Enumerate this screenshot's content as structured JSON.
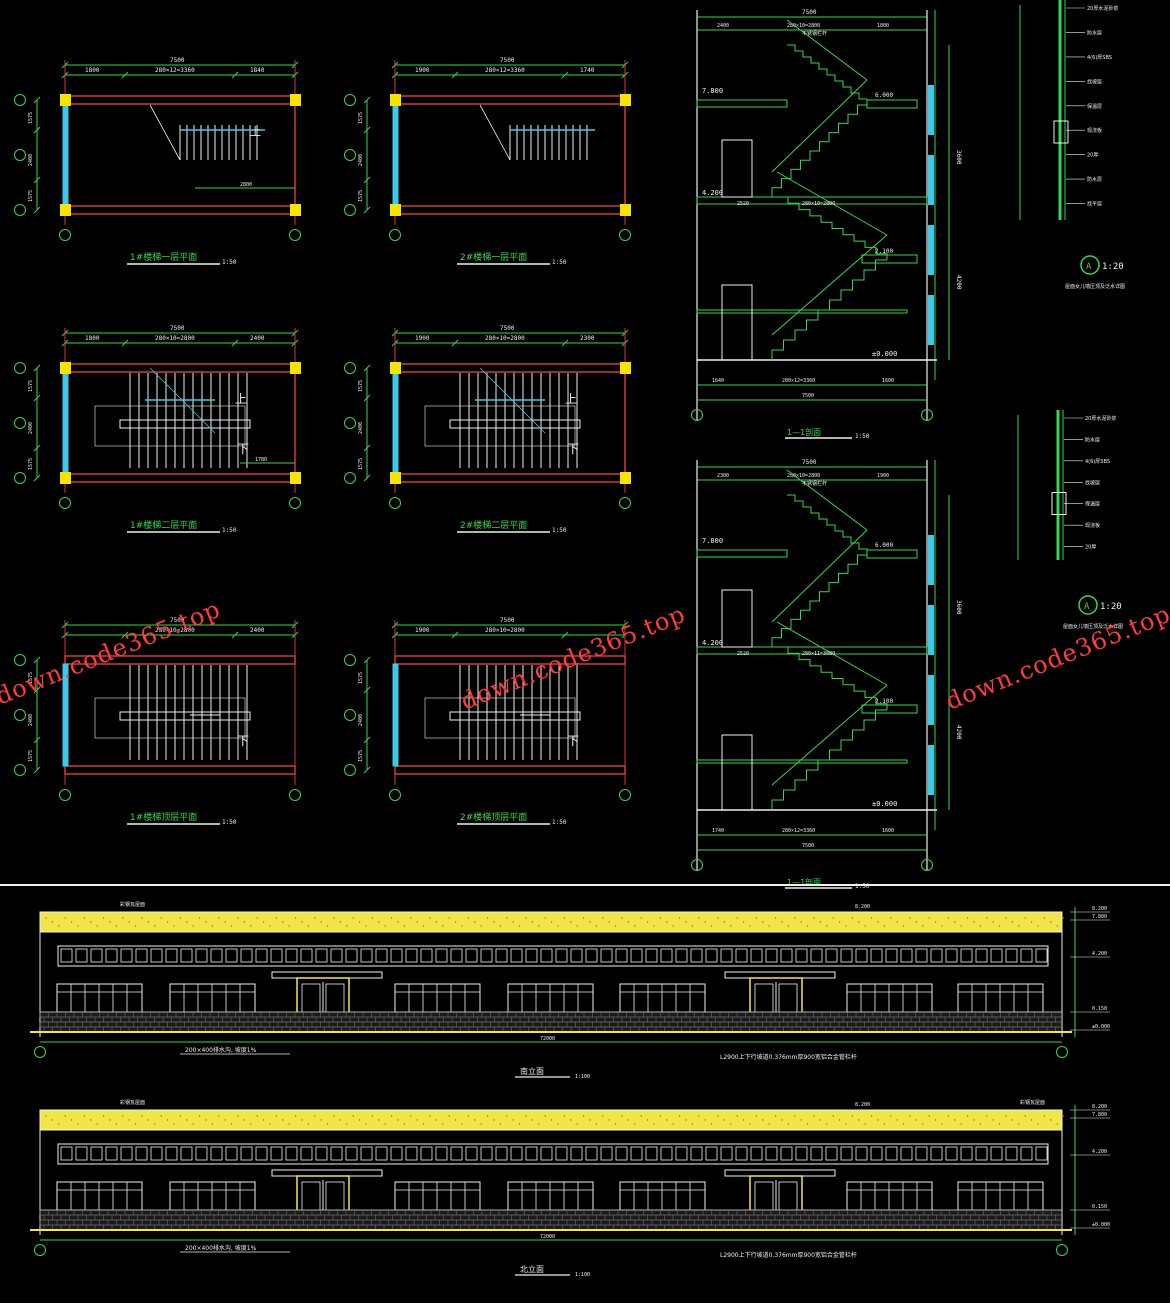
{
  "plans": {
    "p1": {
      "title": "1#楼梯一层平面",
      "scale": "1:50",
      "overall": "7500",
      "segs": [
        "1800",
        "280×12=3360",
        "1840"
      ],
      "bottom_dim": "2800",
      "up": "上",
      "down": ""
    },
    "p2": {
      "title": "2#楼梯一层平面",
      "scale": "1:50",
      "overall": "7500",
      "segs": [
        "1900",
        "280×12=3360",
        "1740"
      ],
      "up": "",
      "down": ""
    },
    "p3": {
      "title": "1#楼梯二层平面",
      "scale": "1:50",
      "overall": "7500",
      "segs": [
        "1800",
        "280×10=2800",
        "2400"
      ],
      "bottom_dim": "1780",
      "up": "上",
      "down": "下"
    },
    "p4": {
      "title": "2#楼梯二层平面",
      "scale": "1:50",
      "overall": "7500",
      "segs": [
        "1900",
        "280×10=2800",
        "2300"
      ],
      "up": "上",
      "down": "下"
    },
    "p5": {
      "title": "1#楼梯顶层平面",
      "scale": "1:50",
      "overall": "7500",
      "segs": [
        "",
        "280×10=2800",
        "2400"
      ],
      "up": "",
      "down": "下"
    },
    "p6": {
      "title": "2#楼梯顶层平面",
      "scale": "1:50",
      "overall": "7500",
      "segs": [
        "1900",
        "280×10=2800",
        ""
      ],
      "up": "",
      "down": "下"
    }
  },
  "plan_side_dims": [
    "1575",
    "2400",
    "1575"
  ],
  "sections": {
    "s1": {
      "title": "1—1剖面",
      "scale": "1:50",
      "overall_top": "7500",
      "top_segs": [
        "2400",
        "280×10=2800",
        "1800"
      ],
      "mid_dim": "2520",
      "mid_run": "280×10=2800",
      "bottom_segs": [
        "1640",
        "280×12=3360",
        "1600"
      ],
      "overall_bottom": "7500",
      "lv_top": "7.800",
      "lv_mid": "4.200",
      "lv_land1": "6.000",
      "lv_land2": "2.100",
      "lv_ground": "±0.000",
      "rail": "不锈钢栏杆",
      "side_dims": [
        "3600",
        "4200"
      ]
    },
    "s2": {
      "title": "1—1剖面",
      "scale": "1:50",
      "overall_top": "7500",
      "top_segs": [
        "2300",
        "280×10=2800",
        "1900"
      ],
      "mid_dim": "2520",
      "mid_run": "280×11=3080",
      "bottom_segs": [
        "1740",
        "280×12=3360",
        "1600"
      ],
      "overall_bottom": "7500",
      "lv_top": "7.800",
      "lv_mid": "4.200",
      "lv_land1": "6.000",
      "lv_land2": "2.100",
      "lv_ground": "±0.000",
      "rail": "不锈钢栏杆",
      "side_dims": [
        "3600",
        "4200"
      ]
    }
  },
  "details": {
    "d1": {
      "marker": "A",
      "scale": "1:20",
      "caption": "屋面女儿墙压顶及泛水详图",
      "notes": [
        "20厚水泥砂浆",
        "防水层",
        "4(6)厚SBS",
        "找坡层",
        "保温层",
        "现浇板",
        "20厚",
        "防水层",
        "找平层"
      ]
    },
    "d2": {
      "marker": "A",
      "scale": "1:20",
      "caption": "屋面女儿墙压顶及泛水详图",
      "notes": [
        "20厚水泥砂浆",
        "防水层",
        "4(6)厚SBS",
        "找坡层",
        "保温层",
        "现浇板",
        "20厚"
      ]
    }
  },
  "elevations": {
    "e1": {
      "title": "南立面",
      "scale": "1:100",
      "overall": "72000",
      "note_left": "200×400排水沟, 坡度1%",
      "note_right": "L2900上下行坡道0.376mm厚900宽铝合金管栏杆",
      "top_note": "彩钢瓦屋面",
      "top_level": "8.200",
      "levels": [
        "8.200",
        "7.800",
        "4.200",
        "0.150",
        "±0.000"
      ]
    },
    "e2": {
      "title": "北立面",
      "scale": "1:100",
      "overall": "72000",
      "note_left": "200×400排水沟, 坡度1%",
      "note_right": "L2900上下行坡道0.376mm厚900宽铝合金管栏杆",
      "top_note": "彩钢瓦屋面",
      "top_note2": "彩钢瓦屋面",
      "top_level": "8.200",
      "levels": [
        "8.200",
        "7.800",
        "4.200",
        "0.150",
        "±0.000"
      ]
    }
  },
  "watermarks": [
    "down.code365.top",
    "down.code365.top",
    "down.code365.top"
  ],
  "colors": {
    "background": "#000000",
    "wall_red": "#d13a3a",
    "dim_green": "#39d64a",
    "column_yellow": "#f5e400",
    "roof_yellow": "#f2e54a",
    "glass_cyan": "#3fc9e8",
    "white": "#f0f0f0",
    "watermark": "#ff3b3b"
  }
}
